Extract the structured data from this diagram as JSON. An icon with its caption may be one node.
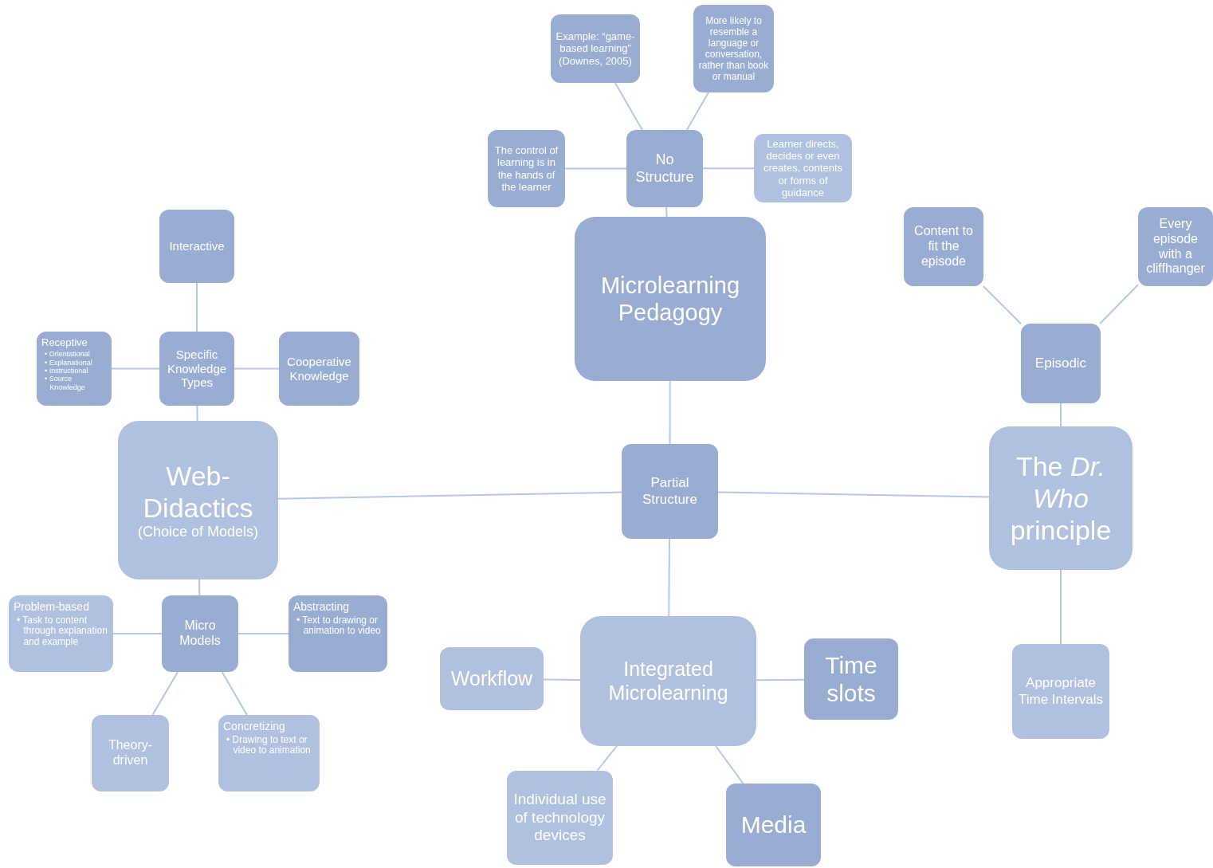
{
  "diagram": {
    "nodes": [
      {
        "text": [
          "Microlearning Pedagogy"
        ]
      },
      {
        "text": [
          "No Structure"
        ]
      },
      {
        "text": [
          "Example: “game-based learning” (Downes, 2005)"
        ]
      },
      {
        "text": [
          "More likely to resemble a language or conversation, rather than book or manual"
        ]
      },
      {
        "text": [
          "The control of learning is in the hands of the learner"
        ]
      },
      {
        "text": [
          "Learner directs, decides or even creates, contents or forms of guidance"
        ]
      },
      {
        "text": [
          "Web-Didactics",
          "(Choice of Models)"
        ]
      },
      {
        "text": [
          "Interactive"
        ]
      },
      {
        "text": [
          "Specific Knowledge Types"
        ]
      },
      {
        "text": [
          "Receptive",
          "• Orientational",
          "• Explanational",
          "• Instructional",
          "• Source Knowledge"
        ]
      },
      {
        "text": [
          "Cooperative Knowledge"
        ]
      },
      {
        "text": [
          "Micro Models"
        ]
      },
      {
        "text": [
          "Problem-based",
          "• Task to content through explanation and example"
        ]
      },
      {
        "text": [
          "Abstracting",
          "• Text to drawing or animation to video"
        ]
      },
      {
        "text": [
          "Theory-driven"
        ]
      },
      {
        "text": [
          "Concretizing",
          "• Drawing to text or video to animation"
        ]
      },
      {
        "text": [
          "Partial Structure"
        ]
      },
      {
        "text": [
          "The *Dr. Who* principle"
        ]
      },
      {
        "text": [
          "Episodic"
        ]
      },
      {
        "text": [
          "Content to fit the episode"
        ]
      },
      {
        "text": [
          "Every episode with a cliffhanger"
        ]
      },
      {
        "text": [
          "Appropriate Time Intervals"
        ]
      },
      {
        "text": [
          "Integrated Microlearning"
        ]
      },
      {
        "text": [
          "Workflow"
        ]
      },
      {
        "text": [
          "Time slots"
        ]
      },
      {
        "text": [
          "Individual use of technology devices"
        ]
      },
      {
        "text": [
          "Media"
        ]
      }
    ],
    "edges": [
      {
        "from": 0,
        "to": 1,
        "arrow": "none"
      },
      {
        "from": 1,
        "to": 2,
        "arrow": "none"
      },
      {
        "from": 1,
        "to": 3,
        "arrow": "none"
      },
      {
        "from": 1,
        "to": 4,
        "arrow": "none"
      },
      {
        "from": 1,
        "to": 5,
        "arrow": "none"
      },
      {
        "from": 0,
        "to": 16,
        "arrow": "none"
      },
      {
        "from": 16,
        "to": 6,
        "arrow": "none"
      },
      {
        "from": 16,
        "to": 17,
        "arrow": "none"
      },
      {
        "from": 16,
        "to": 22,
        "arrow": "none"
      },
      {
        "from": 6,
        "to": 8,
        "arrow": "none"
      },
      {
        "from": 8,
        "to": 7,
        "arrow": "none"
      },
      {
        "from": 8,
        "to": 9,
        "arrow": "none"
      },
      {
        "from": 8,
        "to": 10,
        "arrow": "none"
      },
      {
        "from": 6,
        "to": 11,
        "arrow": "none"
      },
      {
        "from": 11,
        "to": 12,
        "arrow": "none"
      },
      {
        "from": 11,
        "to": 13,
        "arrow": "none"
      },
      {
        "from": 11,
        "to": 14,
        "arrow": "none"
      },
      {
        "from": 11,
        "to": 15,
        "arrow": "none"
      },
      {
        "from": 17,
        "to": 18,
        "arrow": "none"
      },
      {
        "from": 18,
        "to": 19,
        "arrow": "none"
      },
      {
        "from": 18,
        "to": 20,
        "arrow": "none"
      },
      {
        "from": 17,
        "to": 21,
        "arrow": "none"
      },
      {
        "from": 22,
        "to": 23,
        "arrow": "none"
      },
      {
        "from": 22,
        "to": 24,
        "arrow": "none"
      },
      {
        "from": 22,
        "to": 25,
        "arrow": "none"
      },
      {
        "from": 22,
        "to": 26,
        "arrow": "none"
      }
    ]
  }
}
